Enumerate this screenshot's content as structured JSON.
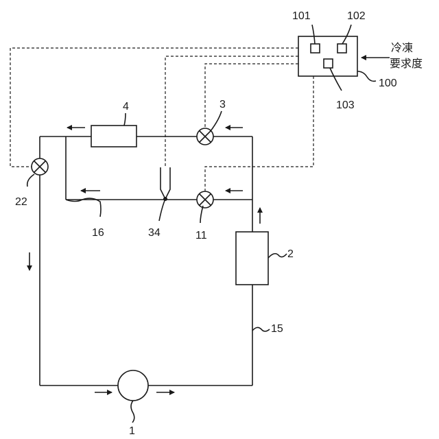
{
  "labels": {
    "compressor": "1",
    "condenser": "2",
    "valve_upper": "3",
    "heat_exchanger": "4",
    "valve_lower": "11",
    "pipe_15": "15",
    "pipe_16": "16",
    "valve_left": "22",
    "sensor": "34",
    "controller": "100",
    "ctrl_unit_101": "101",
    "ctrl_unit_102": "102",
    "ctrl_unit_103": "103"
  },
  "input_text": {
    "line1": "冷凍",
    "line2": "要求度"
  },
  "colors": {
    "line": "#1a1a1a",
    "background": "#ffffff"
  }
}
